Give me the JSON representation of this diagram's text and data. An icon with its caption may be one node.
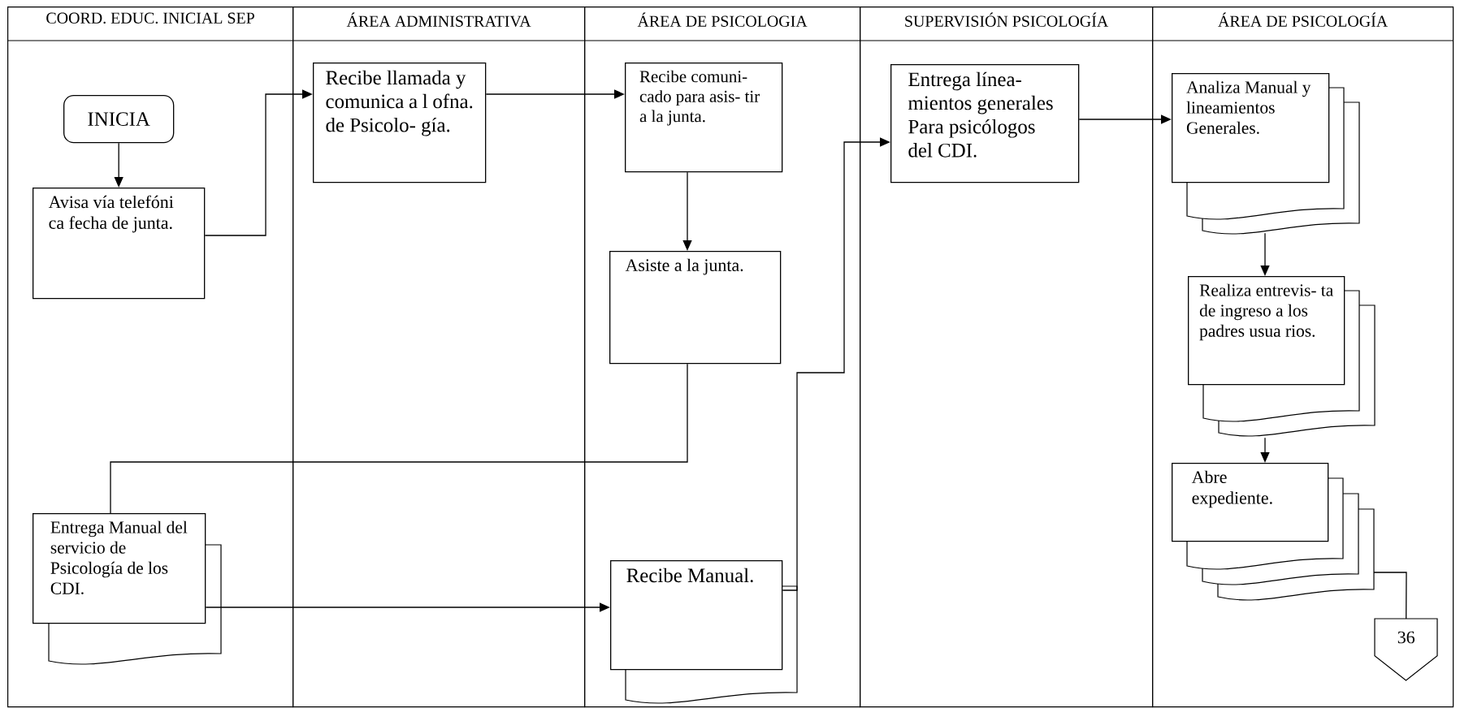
{
  "diagram": {
    "nodes": [
      {
        "text": [
          "COORD. EDUC. INICIAL SEP"
        ]
      },
      {
        "text": [
          "ÁREA ADMINISTRATIVA"
        ]
      },
      {
        "text": [
          "ÁREA DE PSICOLOGIA"
        ]
      },
      {
        "text": [
          "SUPERVISIÓN PSICOLOGÍA"
        ]
      },
      {
        "text": [
          "ÁREA DE PSICOLOGÍA"
        ]
      },
      {
        "text": [
          "INICIA"
        ],
        "in": 0
      },
      {
        "text": [
          "Avisa vía telefóni ca fecha de junta."
        ],
        "in": 0
      },
      {
        "text": [
          "Recibe llamada y comunica a l ofna. de Psicolo- gía."
        ],
        "in": 1
      },
      {
        "text": [
          "Recibe comuni- cado para asis- tir a la junta."
        ],
        "in": 2
      },
      {
        "text": [
          "Asiste a la junta."
        ],
        "in": 2
      },
      {
        "text": [
          "Entrega Manual del servicio de Psicología de los CDI."
        ],
        "in": 0
      },
      {
        "text": [
          "Recibe Manual."
        ],
        "in": 2
      },
      {
        "text": [
          "Entrega línea- mientos generales Para psicólogos del CDI."
        ],
        "in": 3
      },
      {
        "text": [
          "Analiza Manual y lineamientos Generales."
        ],
        "in": 4
      },
      {
        "text": [
          "Realiza entrevis- ta de ingreso a los padres usua rios."
        ],
        "in": 4
      },
      {
        "text": [
          "Abre expediente."
        ],
        "in": 4
      },
      {
        "text": [
          "36"
        ],
        "in": 4
      }
    ],
    "edges": [
      {
        "from": 5,
        "to": 6,
        "arrow": "to"
      },
      {
        "from": 6,
        "to": 7,
        "arrow": "to"
      },
      {
        "from": 7,
        "to": 8,
        "arrow": "to"
      },
      {
        "from": 8,
        "to": 9,
        "arrow": "to"
      },
      {
        "from": 9,
        "to": 10,
        "arrow": "none"
      },
      {
        "from": 10,
        "to": 11,
        "arrow": "to"
      },
      {
        "from": 11,
        "to": 12,
        "arrow": "to"
      },
      {
        "from": 12,
        "to": 13,
        "arrow": "to"
      },
      {
        "from": 13,
        "to": 14,
        "arrow": "to"
      },
      {
        "from": 14,
        "to": 15,
        "arrow": "to"
      },
      {
        "from": 15,
        "to": 16,
        "arrow": "none"
      }
    ]
  }
}
